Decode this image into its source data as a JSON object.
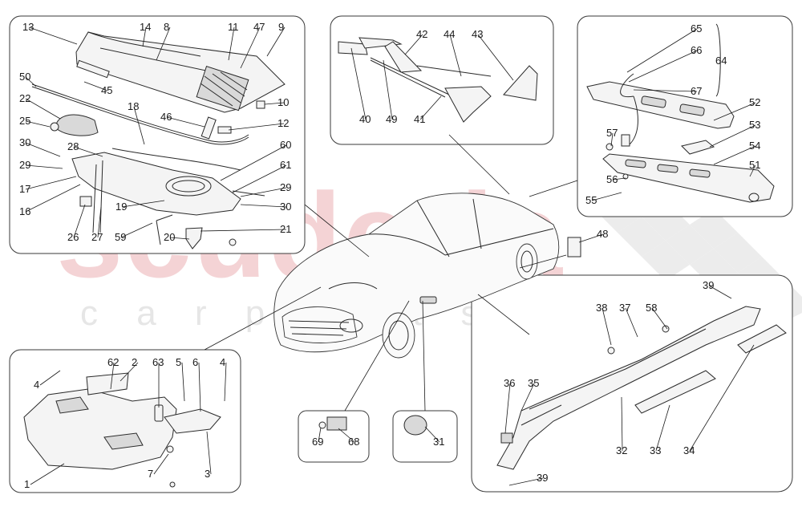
{
  "watermark": {
    "main": "scuderia",
    "sub": "c a r   p a r t s",
    "color": "#e8a0a4"
  },
  "colors": {
    "line": "#2a2a2a",
    "label": "#1a1a1a",
    "watermark": "#f2c4c6",
    "checker": "#e9e9e9"
  },
  "panels": {
    "cowl": {
      "labels": [
        "13",
        "14",
        "8",
        "11",
        "47",
        "9",
        "50",
        "45",
        "10",
        "22",
        "18",
        "46",
        "12",
        "25",
        "30",
        "28",
        "60",
        "29",
        "61",
        "17",
        "29",
        "16",
        "19",
        "30",
        "26",
        "27",
        "59",
        "20",
        "21"
      ]
    },
    "trim": {
      "labels": [
        "42",
        "44",
        "43",
        "40",
        "49",
        "41"
      ]
    },
    "plate": {
      "labels": [
        "65",
        "66",
        "64",
        "67",
        "52",
        "53",
        "57",
        "54",
        "51",
        "56",
        "55"
      ]
    },
    "plate_label": {
      "labels": [
        "48"
      ]
    },
    "sill": {
      "labels": [
        "39",
        "38",
        "37",
        "58",
        "36",
        "35",
        "32",
        "33",
        "34",
        "39"
      ]
    },
    "undertray": {
      "labels": [
        "62",
        "2",
        "63",
        "5",
        "6",
        "4",
        "4",
        "1",
        "7",
        "3"
      ]
    },
    "badge": {
      "labels": [
        "69",
        "68"
      ]
    },
    "grille": {
      "labels": [
        "31"
      ]
    }
  }
}
